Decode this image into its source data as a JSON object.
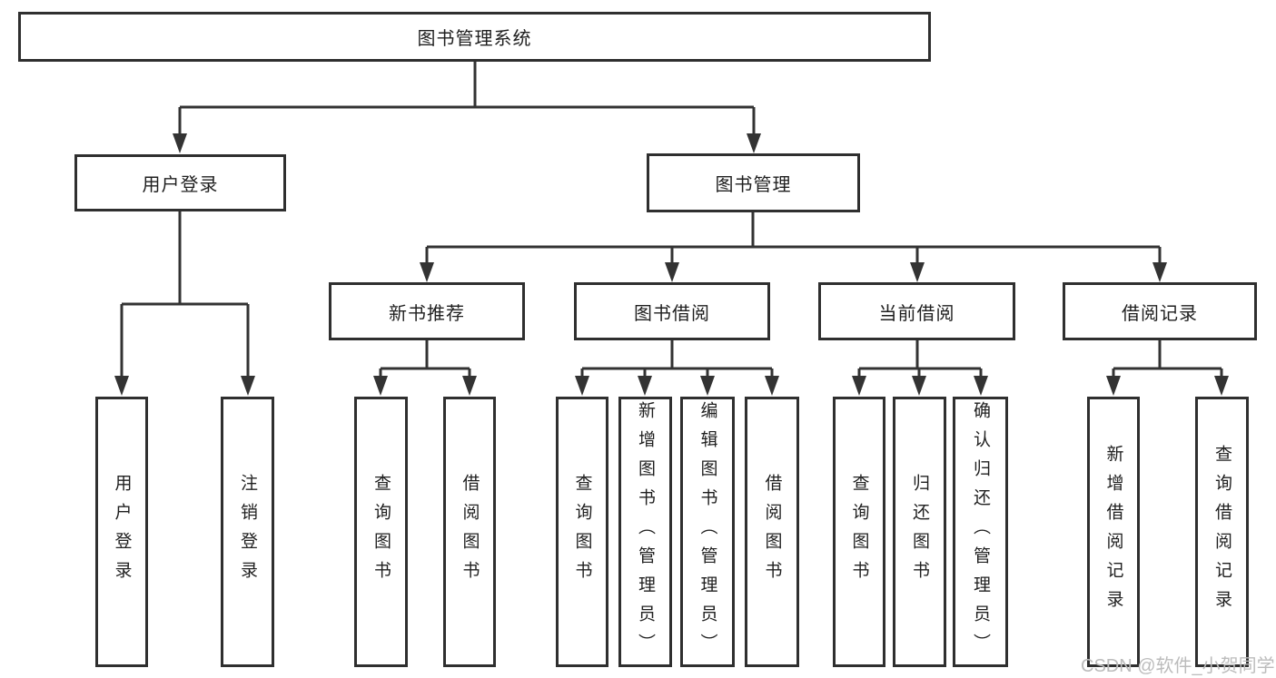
{
  "title": "图书管理系统",
  "level2": {
    "user_login": "用户登录",
    "book_mgmt": "图书管理"
  },
  "level3": {
    "new_books": "新书推荐",
    "book_borrow": "图书借阅",
    "current_borrow": "当前借阅",
    "borrow_records": "借阅记录"
  },
  "leaves": {
    "user_login": [
      "用户登录",
      "注销登录"
    ],
    "new_books": [
      "查询图书",
      "借阅图书"
    ],
    "book_borrow": [
      "查询图书",
      "新增图书（管理员）",
      "编辑图书（管理员）",
      "借阅图书"
    ],
    "current_borrow": [
      "查询图书",
      "归还图书",
      "确认归还（管理员）"
    ],
    "borrow_records": [
      "新增借阅记录",
      "查询借阅记录"
    ]
  },
  "watermark": "CSDN @软件_小贺同学",
  "colors": {
    "line": "#333333",
    "box_border": "#2f2f2f",
    "text": "#1f1f1f",
    "watermark": "#bcbcbc",
    "background": "#ffffff"
  }
}
